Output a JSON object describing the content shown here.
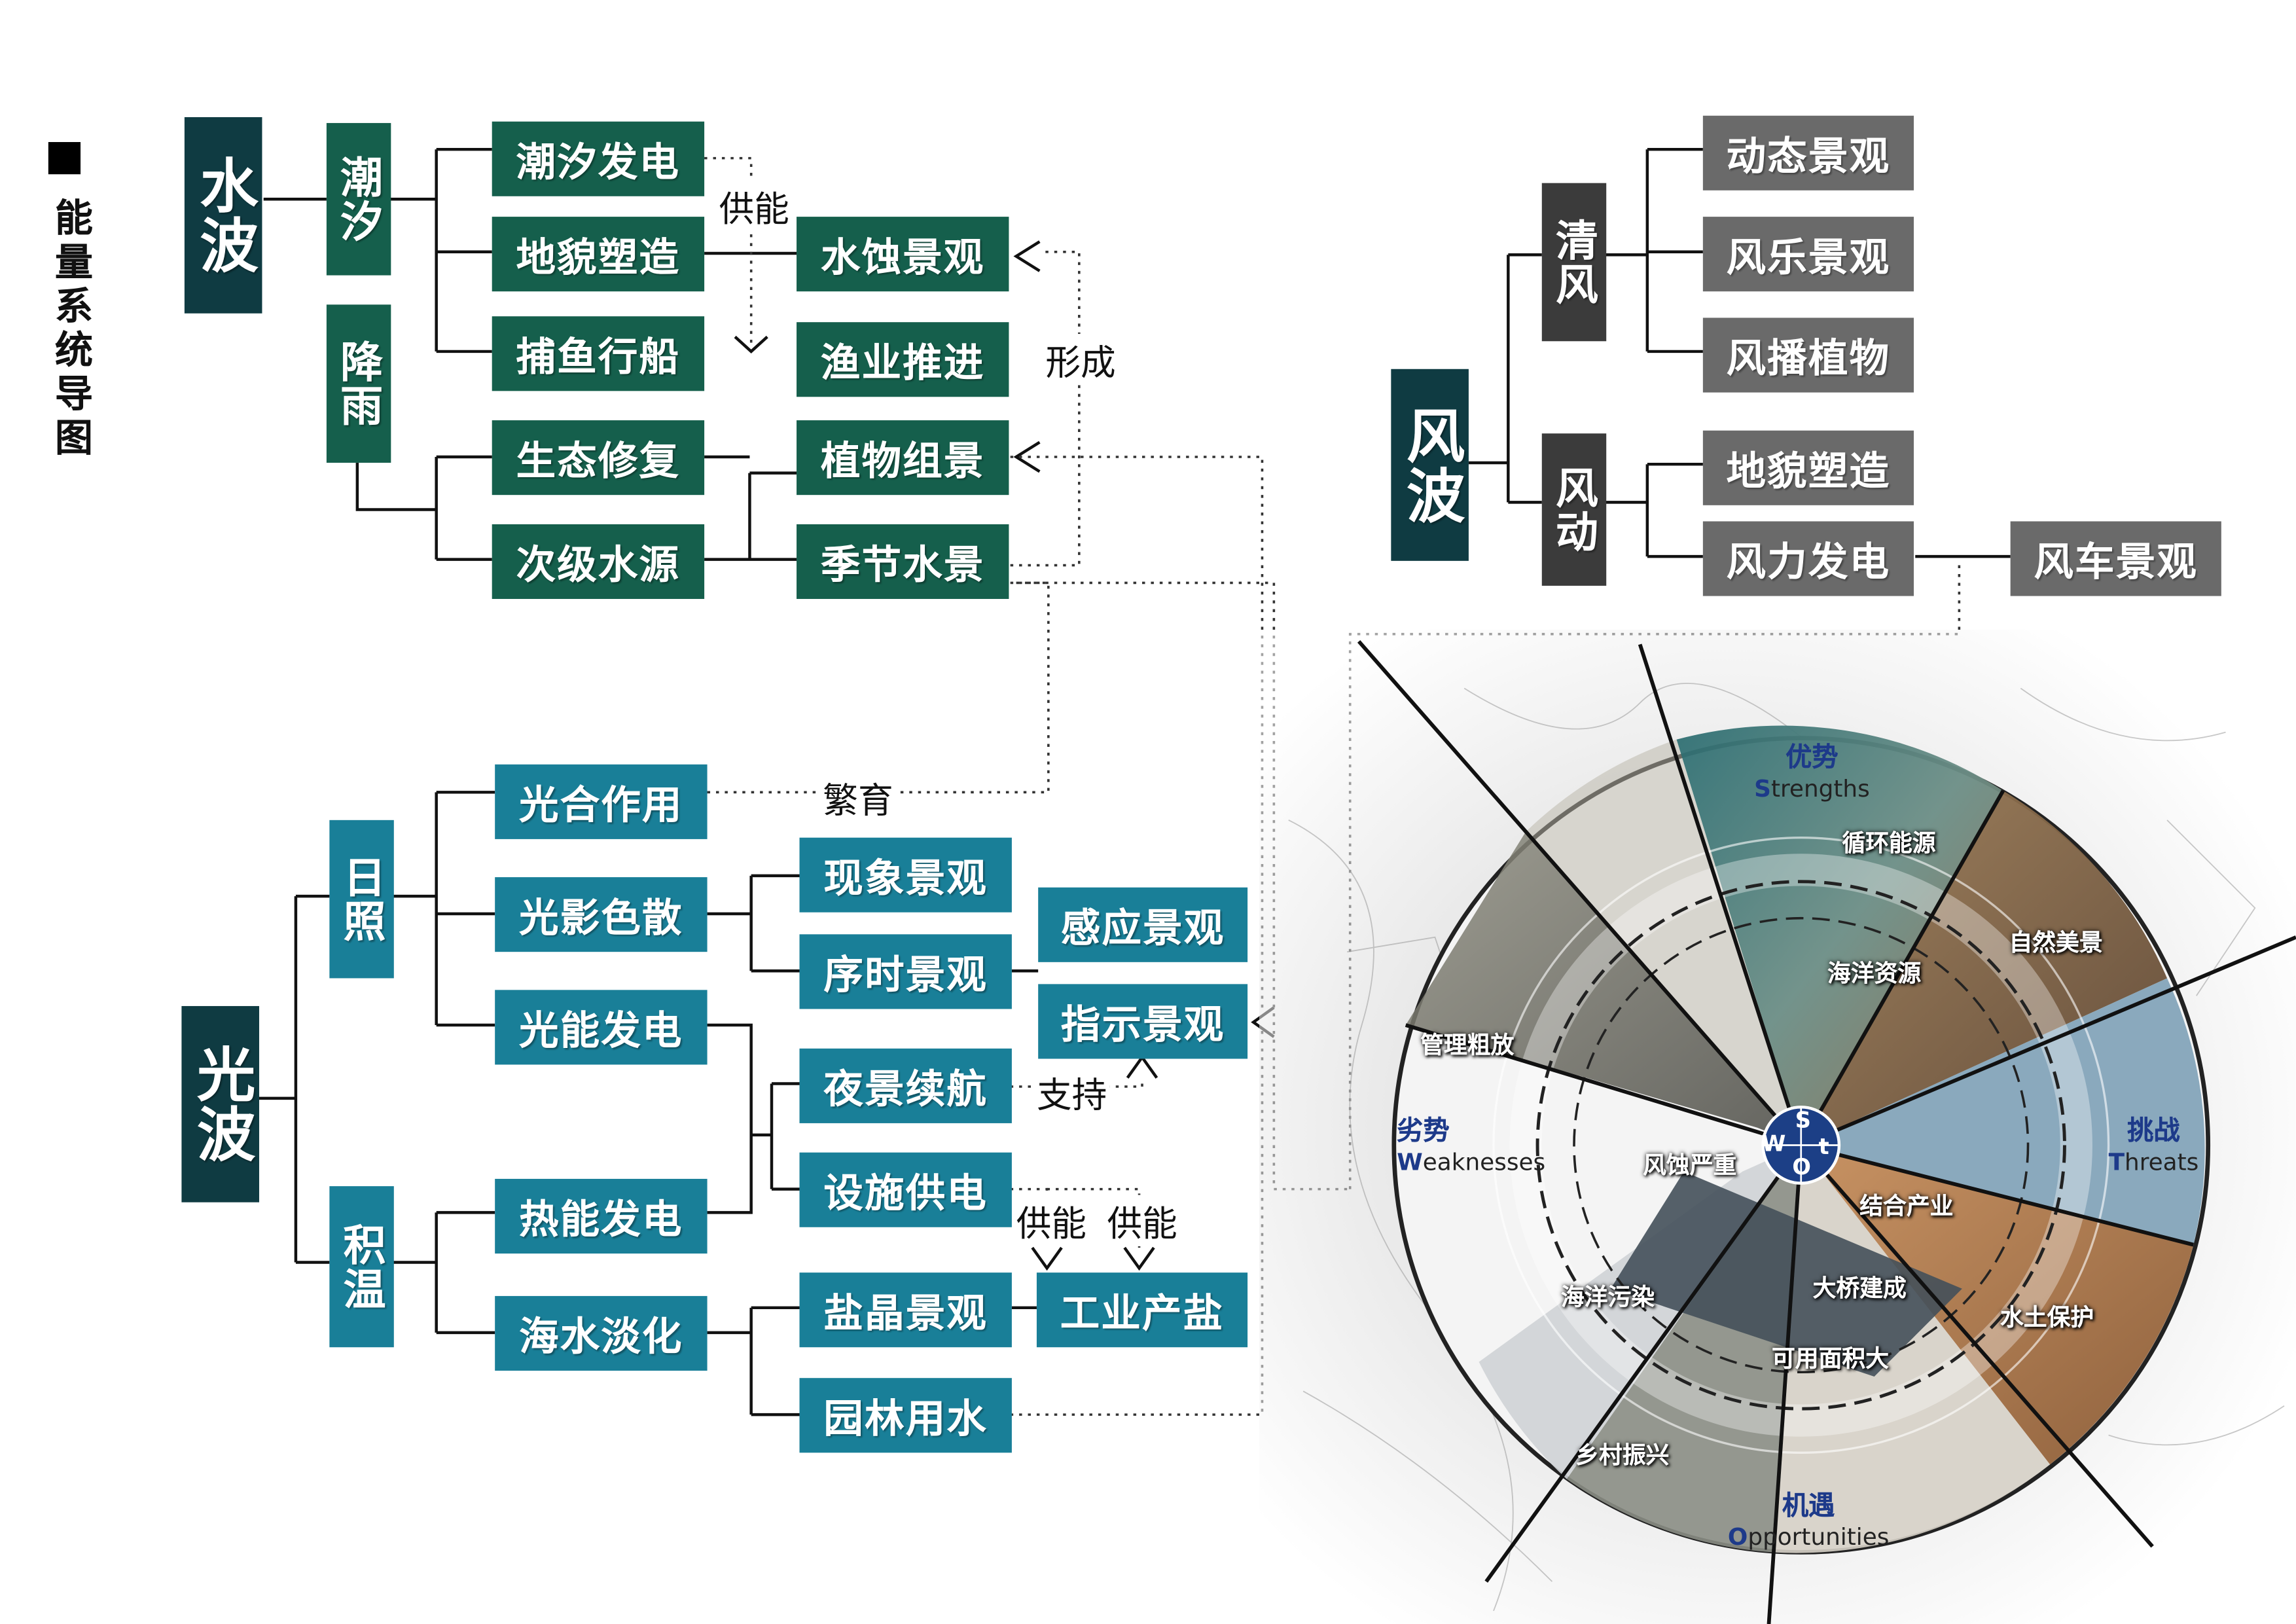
{
  "side_title": "能量系统导图",
  "water": {
    "root": "水波",
    "cat_tide": "潮汐",
    "cat_rain": "降雨",
    "tide_power": "潮汐发电",
    "landform": "地貌塑造",
    "fishing_boat": "捕鱼行船",
    "eco_restore": "生态修复",
    "secondary_source": "次级水源",
    "erosion_landscape": "水蚀景观",
    "fishery": "渔业推进",
    "plant_group": "植物组景",
    "season_water": "季节水景",
    "label_supply": "供能",
    "label_form": "形成"
  },
  "wind": {
    "root": "风波",
    "cat_breeze": "清风",
    "cat_move": "风动",
    "dynamic_landscape": "动态景观",
    "wind_music": "风乐景观",
    "wind_plants": "风播植物",
    "landform": "地貌塑造",
    "wind_power": "风力发电",
    "windmill": "风车景观"
  },
  "light": {
    "root": "光波",
    "cat_sun": "日照",
    "cat_heat": "积温",
    "photosynthesis": "光合作用",
    "dispersion": "光影色散",
    "solar_power": "光能发电",
    "thermal_power": "热能发电",
    "desalination": "海水淡化",
    "phenomenon": "现象景观",
    "sequence": "序时景观",
    "induction": "感应景观",
    "indicator": "指示景观",
    "night_cruise": "夜景续航",
    "facility_power": "设施供电",
    "salt_crystal": "盐晶景观",
    "industrial_salt": "工业产盐",
    "garden_water": "园林用水",
    "label_breed": "繁育",
    "label_support": "支持",
    "label_supply1": "供能",
    "label_supply2": "供能"
  },
  "swot": {
    "s_zh": "优势",
    "s_first": "S",
    "s_rest": "trengths",
    "w_zh": "劣势",
    "w_first": "W",
    "w_rest": "eaknesses",
    "t_zh": "挑战",
    "t_first": "T",
    "t_rest": "hreats",
    "o_zh": "机遇",
    "o_first": "O",
    "o_rest": "pportunities",
    "center_s": "S",
    "center_w": "W",
    "center_o": "O",
    "center_t": "t",
    "wedge_labels": [
      "循环能源",
      "自然美景",
      "海洋资源",
      "管理粗放",
      "风蚀严重",
      "结合产业",
      "海洋污染",
      "大桥建成",
      "可用面积大",
      "水土保护",
      "乡村振兴"
    ]
  }
}
